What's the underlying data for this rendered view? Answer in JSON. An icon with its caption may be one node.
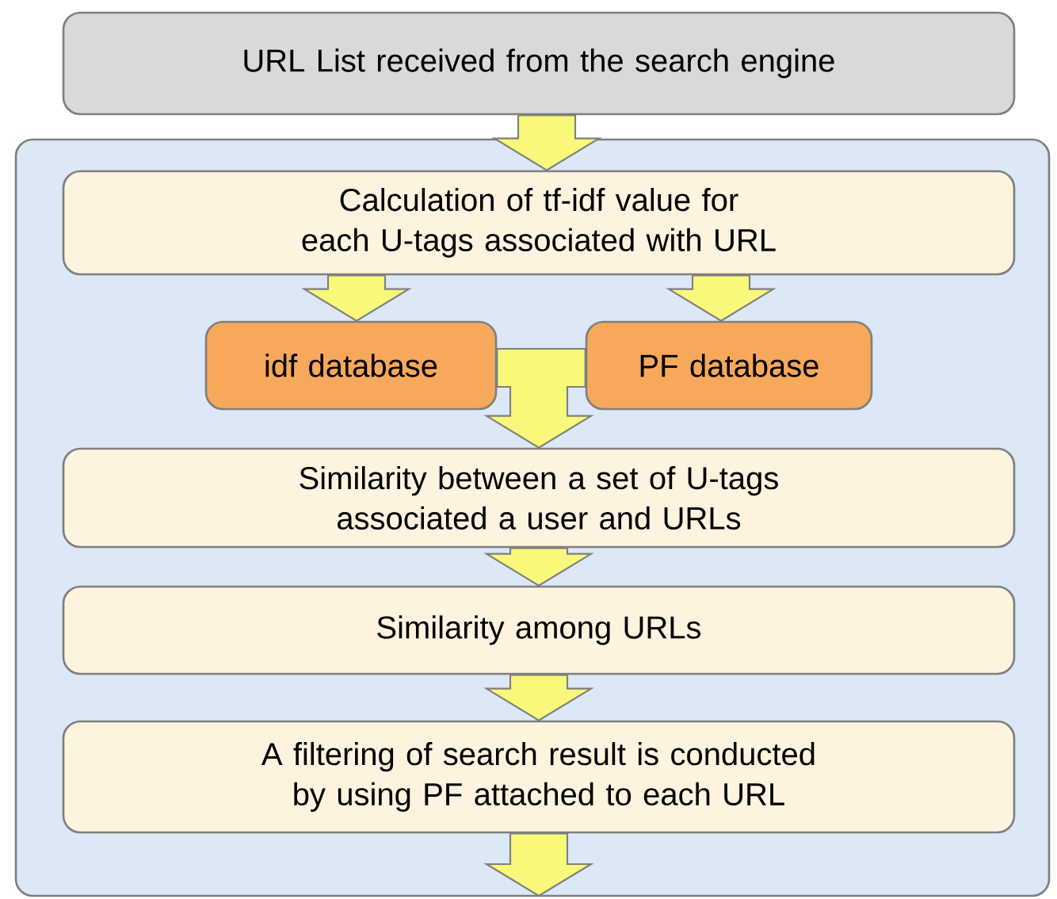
{
  "diagram": {
    "nodes": [
      {
        "text": [
          "URL List received from the search engine"
        ]
      },
      {
        "text": [],
        "shape": "box"
      },
      {
        "text": [
          "Calculation of tf-idf value for each U-tags associated with URL"
        ],
        "in": 1
      },
      {
        "text": [
          "idf database"
        ],
        "in": 1
      },
      {
        "text": [
          "PF database"
        ],
        "in": 1
      },
      {
        "text": [
          "Similarity between a set of U-tags associated a user and URLs"
        ],
        "in": 1
      },
      {
        "text": [
          "Similarity among URLs"
        ],
        "in": 1
      },
      {
        "text": [
          "A filtering of search result is conducted by using PF attached to each URL"
        ],
        "in": 1
      }
    ],
    "edges": [
      {
        "from": 0,
        "to": 2,
        "arrow": "to"
      },
      {
        "from": 2,
        "to": 3,
        "arrow": "to"
      },
      {
        "from": 2,
        "to": 4,
        "arrow": "to"
      },
      {
        "from": 3,
        "to": 5,
        "arrow": "to"
      },
      {
        "from": 4,
        "to": 5,
        "arrow": "to"
      },
      {
        "from": 5,
        "to": 6,
        "arrow": "to"
      },
      {
        "from": 6,
        "to": 7,
        "arrow": "to"
      },
      {
        "from": 7,
        "to": null,
        "arrow": "to"
      }
    ]
  }
}
